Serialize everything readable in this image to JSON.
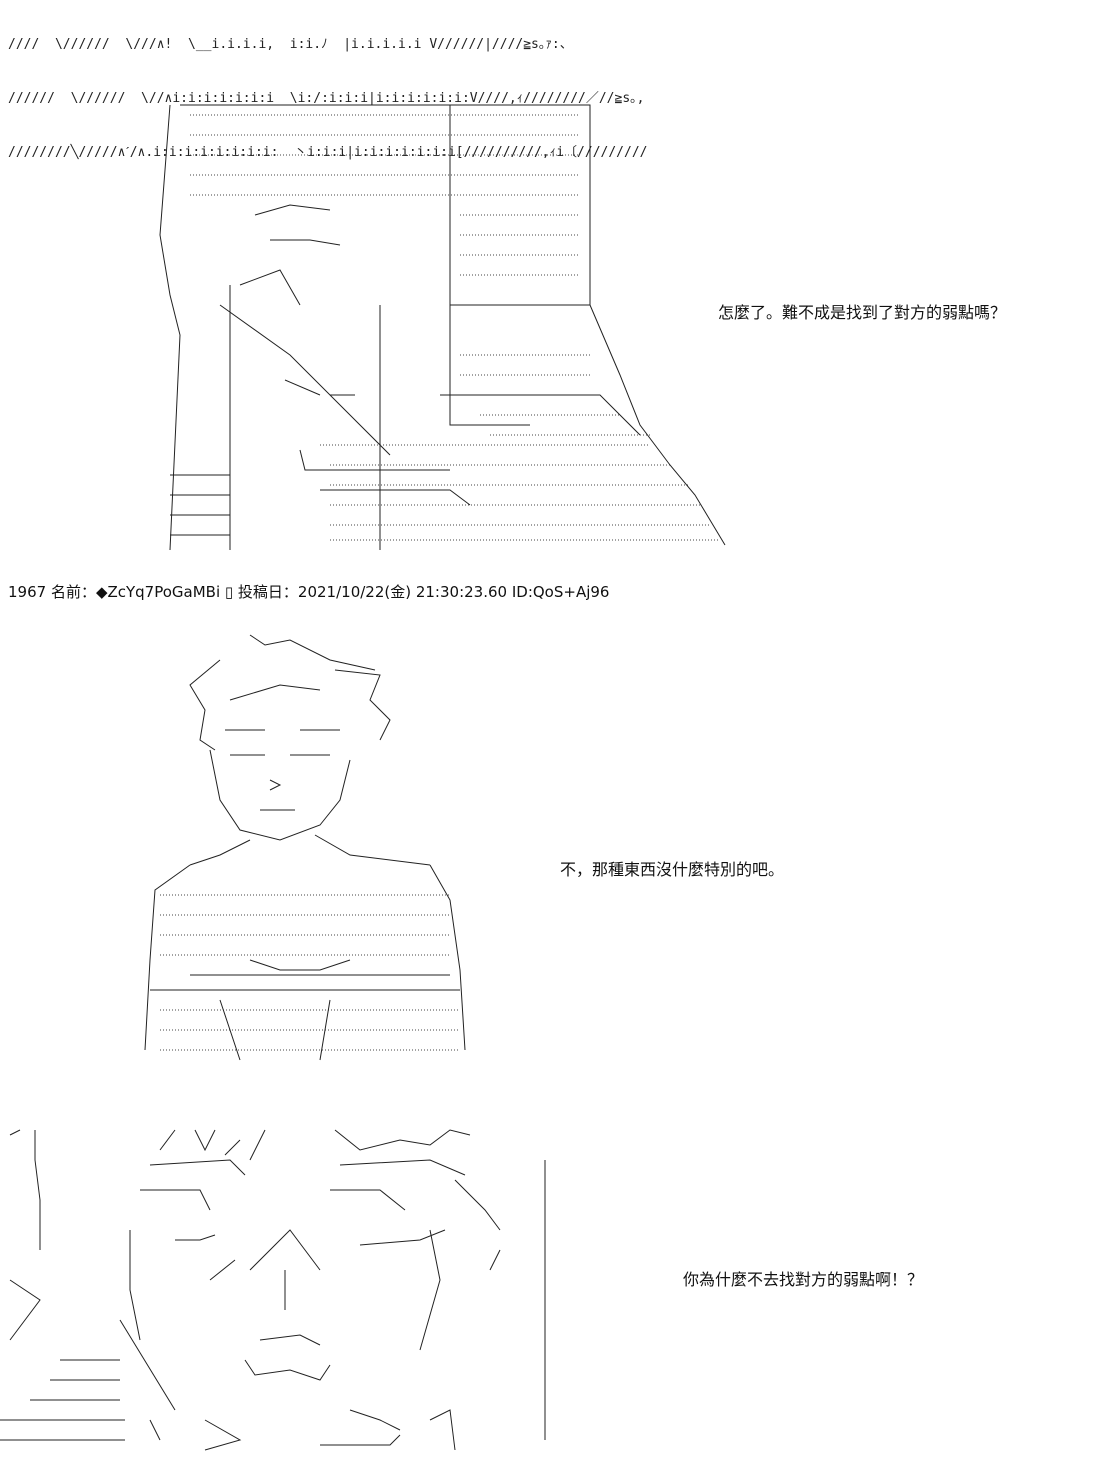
{
  "top_fragment": {
    "lines": [
      "////  \\//////  \\///∧!  \\__i.i.i.i,  i:i.ﾉ  |i.i.i.i.i V//////|////≧s｡ｧ:、",
      "//////  \\//////  \\//∧i:i:i:i:i:i:i  \\i:/:i:i:i|i:i:i:i:i:i:V////,ｨ////////／//≧s｡,",
      "////////╲/////∧ˊ/∧.i:i:i:i:i:i:i:i:  丶i:i:i|i:i:i:i:i:i:i[//////////,ｨi〔/////////"
    ]
  },
  "post1": {
    "speech": "怎麼了。難不成是找到了對方的弱點嗎？"
  },
  "post2": {
    "header": "1967 名前：◆ZcYq7PoGaMBi  ▯  投稿日：2021/10/22(金) 21:30:23.60 ID:QoS+Aj96",
    "speech": "不，那種東西沒什麼特別的吧。"
  },
  "post3": {
    "speech": "你為什麼不去找對方的弱點啊！？"
  }
}
